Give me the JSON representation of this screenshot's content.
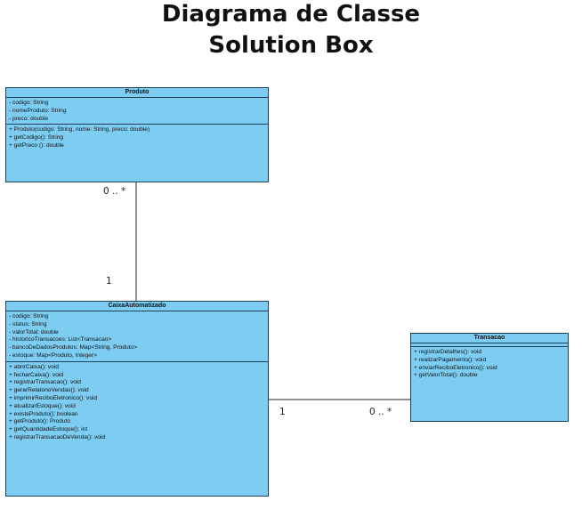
{
  "title": {
    "line1": "Diagrama de Classe",
    "line2": "Solution Box"
  },
  "classes": {
    "produto": {
      "name": "Produto",
      "attributes": [
        "- codigo: String",
        "- nomeProduto: String",
        "- preco: double"
      ],
      "methods": [
        "+ Produto(codigo: String, nome: String, preco: double)",
        "+ getCodigo(): String",
        "+ getPreco (): double"
      ]
    },
    "caixa": {
      "name": "CaixaAutomatizado",
      "attributes": [
        "- codigo: String",
        "- status: String",
        "- valorTotal: double",
        "- historicoTransacoes: List<Transacao>",
        "- bancoDeDadosProdutos: Map<String, Produto>",
        "- estoque: Map<Produto, Integer>"
      ],
      "methods": [
        "+ abrirCaixa(): void",
        "+ fecharCaixa(): void",
        "+ registrarTransacao(): void",
        "+ gerarRelatorioVendas(): void",
        "+ imprimirReciboEletronico(): void",
        "+ atualizarEstoque(): void",
        "+ existeProduto(): boolean",
        "+ getProduto(): Produto",
        "+ getQuantidadeEstoque(): int",
        "+ registrarTransacaoDeVenda(): void"
      ]
    },
    "transacao": {
      "name": "Transacao",
      "methods": [
        "+ registrarDetalhes(): void",
        "+ realizarPagamento(): void",
        "+ enviarReciboEletronico(): void",
        "+ getValorTotal(): double"
      ]
    }
  },
  "associations": {
    "produto_caixa": {
      "produto_end": "0 .. *",
      "caixa_end": "1"
    },
    "caixa_transacao": {
      "caixa_end": "1",
      "transacao_end": "0 .. *"
    }
  }
}
